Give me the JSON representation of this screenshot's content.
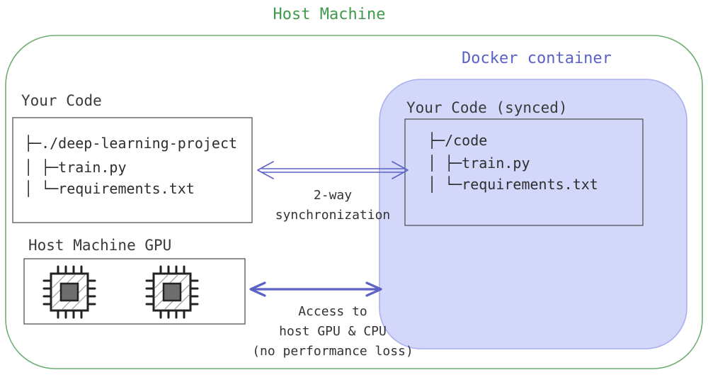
{
  "colors": {
    "host_border": "#6fae73",
    "host_title": "#3f9a4c",
    "docker_fill": "#d3d8fb",
    "docker_border": "#a9b0ef",
    "docker_title": "#5a62c6",
    "arrow": "#5a62c6",
    "box_border": "#555555",
    "chip_fill": "#6e6e6e",
    "chip_stroke": "#222222"
  },
  "host": {
    "title": "Host Machine"
  },
  "docker": {
    "title": "Docker container"
  },
  "host_code": {
    "label": "Your Code",
    "tree": [
      "├─./deep-learning-project",
      "│ ├─train.py",
      "│ └─requirements.txt"
    ]
  },
  "container_code": {
    "label": "Your Code (synced)",
    "tree": [
      "├─/code",
      "│ ├─train.py",
      "│ └─requirements.txt"
    ]
  },
  "gpu": {
    "label": "Host Machine GPU",
    "chips": [
      {
        "icon": "chip-icon"
      },
      {
        "icon": "chip-icon"
      }
    ]
  },
  "sync": {
    "line1": "2-way",
    "line2": "synchronization"
  },
  "access": {
    "line1": "Access to",
    "line2": "host GPU & CPU",
    "line3": "(no performance loss)"
  }
}
